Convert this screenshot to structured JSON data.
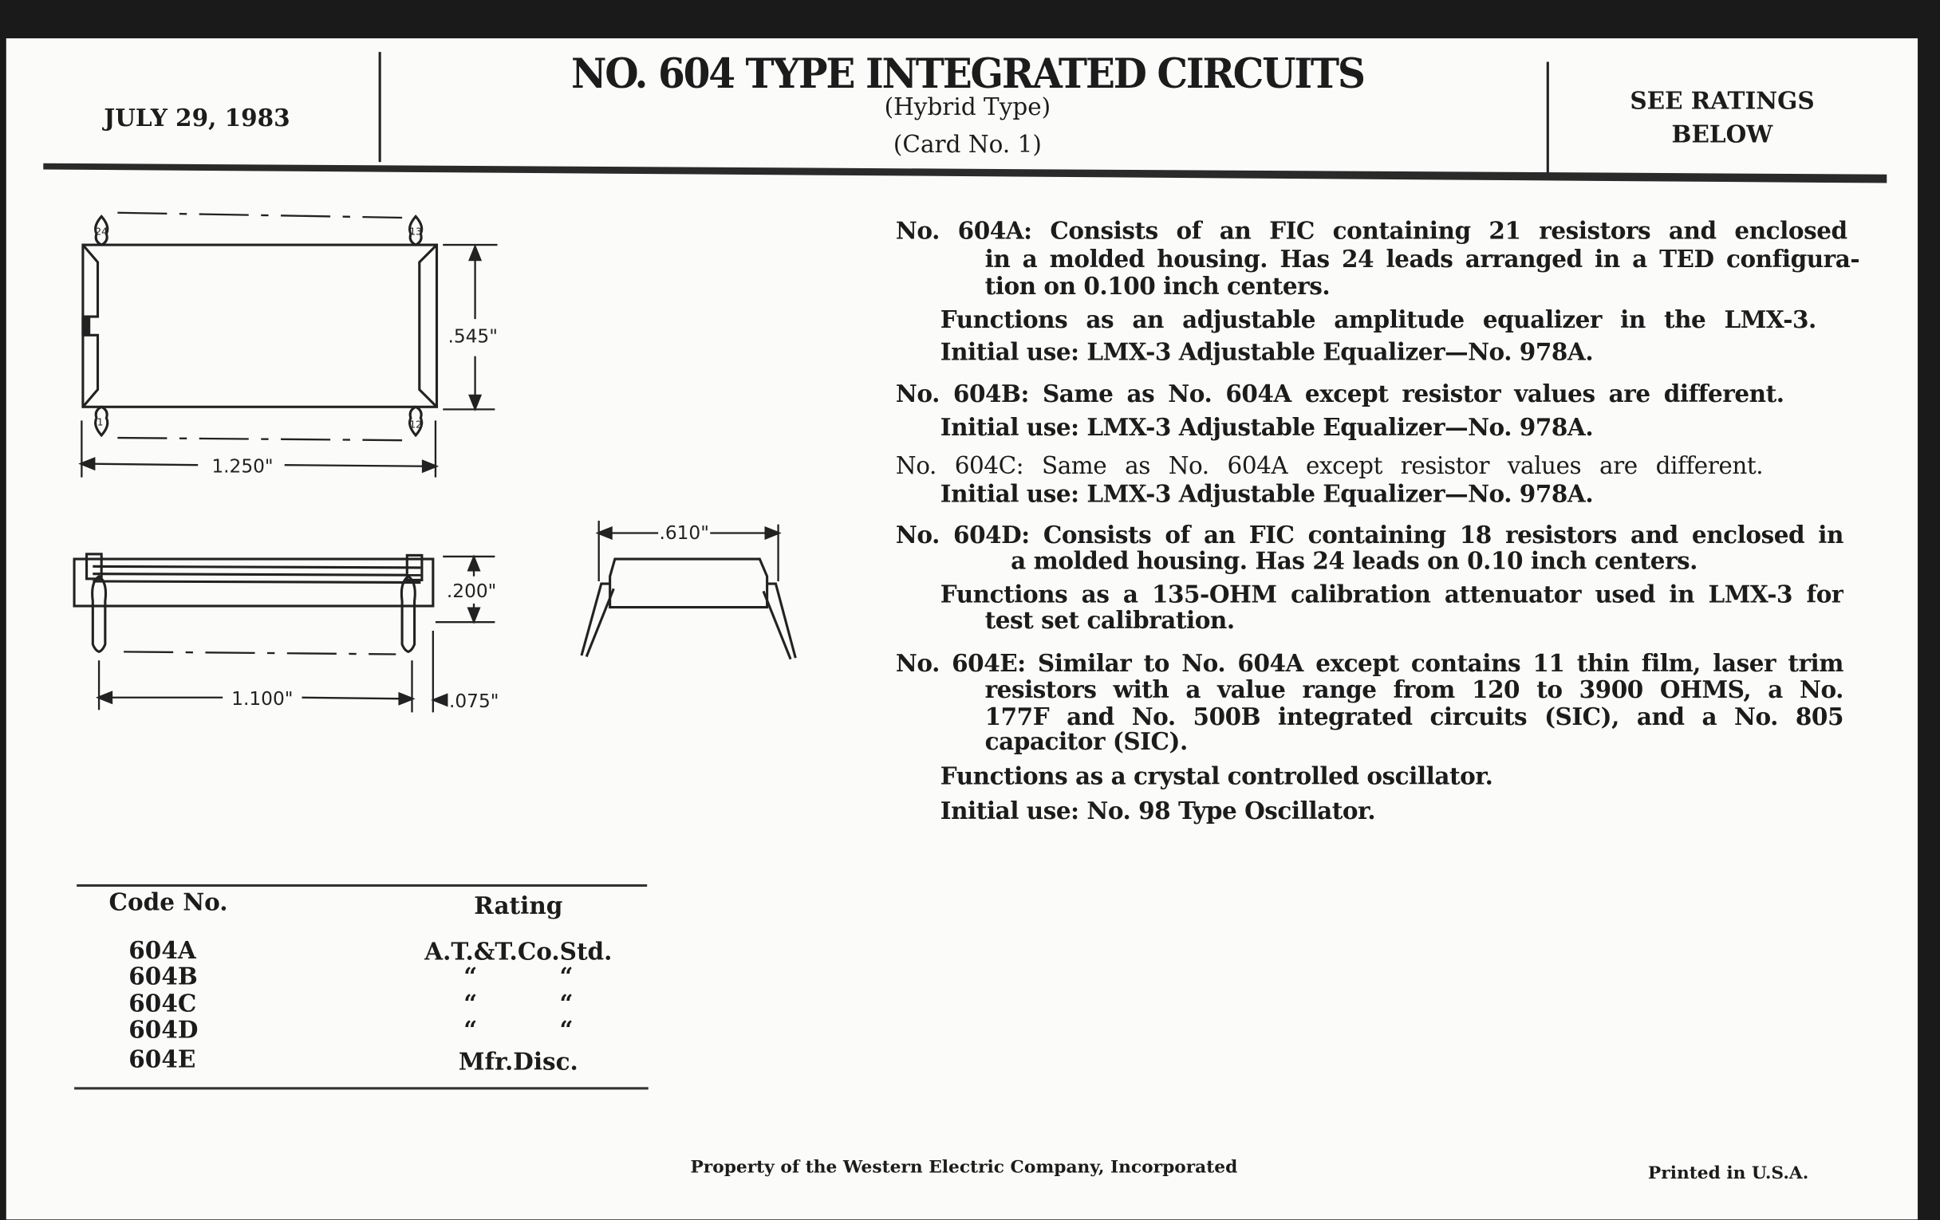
{
  "header": {
    "date": "JULY 29, 1983",
    "title": "NO. 604 TYPE INTEGRATED CIRCUITS",
    "subtitle": "(Hybrid Type)",
    "card": "(Card No. 1)",
    "ratings_line1": "SEE RATINGS",
    "ratings_line2": "BELOW"
  },
  "drawing": {
    "pins": [
      "24",
      "13",
      "1",
      "12"
    ],
    "dims": {
      "height": ".545\"",
      "length": "1.250\"",
      "thickness": ".200\"",
      "pin_span": "1.100\"",
      "pin_offset": ".075\"",
      "row_spacing": ".610\""
    }
  },
  "descriptions": [
    "No. 604A: Consists of an FIC containing 21 resistors and enclosed",
    "in a molded housing. Has 24 leads arranged in a TED configura-",
    "tion on 0.100 inch centers.",
    "Functions as an adjustable amplitude equalizer in the LMX-3.",
    "Initial use: LMX-3 Adjustable Equalizer—No. 978A.",
    "No. 604B: Same as No. 604A except resistor values are different.",
    "Initial use: LMX-3 Adjustable Equalizer—No. 978A.",
    "No. 604C: Same as No. 604A except resistor values are different.",
    "Initial use: LMX-3 Adjustable Equalizer—No. 978A.",
    "No. 604D: Consists of an FIC containing 18 resistors and enclosed in",
    "a molded housing. Has 24 leads on 0.10 inch centers.",
    "Functions as a 135-OHM calibration attenuator used in LMX-3 for",
    "test set calibration.",
    "No. 604E: Similar to No. 604A except contains 11 thin film, laser trim",
    "resistors with a value range from 120 to 3900 OHMS, a No.",
    "177F and No. 500B integrated circuits (SIC), and a No. 805",
    "capacitor (SIC).",
    "Functions as a crystal controlled oscillator.",
    "Initial use: No. 98 Type Oscillator."
  ],
  "ratings_table": {
    "headers": [
      "Code No.",
      "Rating"
    ],
    "rows": [
      {
        "code": "604A",
        "rating": "A.T.&T.Co.Std."
      },
      {
        "code": "604B",
        "rating": "“ “"
      },
      {
        "code": "604C",
        "rating": "“ “"
      },
      {
        "code": "604D",
        "rating": "“ “"
      },
      {
        "code": "604E",
        "rating": "Mfr.Disc."
      }
    ]
  },
  "footer": {
    "property": "Property of the Western Electric Company, Incorporated",
    "printed": "Printed in U.S.A."
  }
}
